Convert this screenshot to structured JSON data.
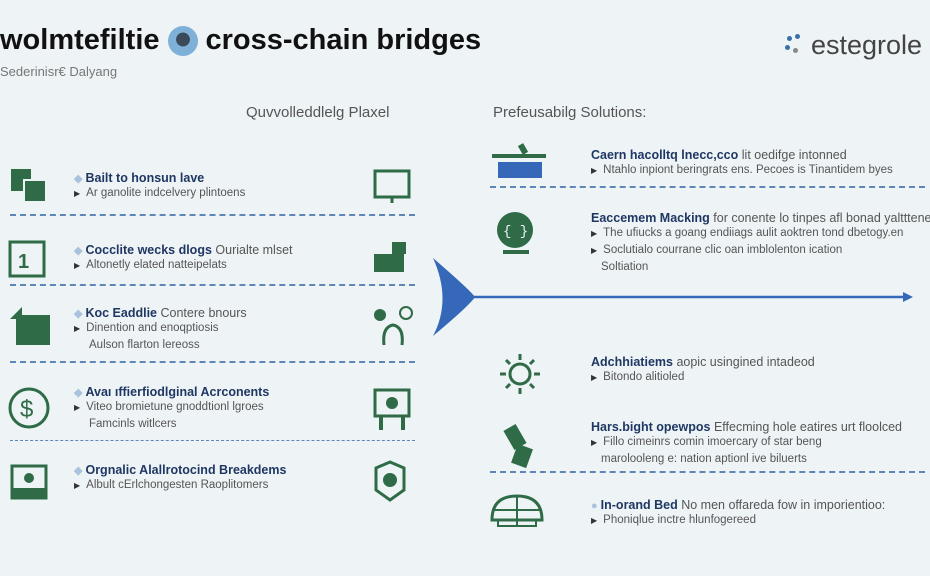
{
  "header": {
    "title_left": "wolmtefiltie",
    "title_right": "cross-chain bridges",
    "subtitle": "Sederinisr€ Dalyang",
    "logo_text": "estegrole"
  },
  "columns": {
    "left_heading": "Quvvolleddlelg Plaxel",
    "right_heading": "Prefeusabilg Solutions:"
  },
  "left_items": [
    {
      "title": "Bailt to honsun lave",
      "rest": "",
      "lines": [
        "Ar ganolite indcelvery plintoens"
      ]
    },
    {
      "title": "Cocclite wecks dlogs",
      "rest": "Ourialte mlset",
      "lines": [
        "Altonetly elated natteipelats"
      ]
    },
    {
      "title": "Koc Eaddlie",
      "rest": "Contere bnours",
      "lines": [
        "Dinention and enoqptiosis",
        "Aulson flarton lereoss"
      ]
    },
    {
      "title": "Avaı ıffierfiodlginal Acrconents",
      "rest": "",
      "lines": [
        "Viteo bromietune gnoddtionl lgroes",
        "Famcinls witlcers"
      ]
    },
    {
      "title": "Orgnalic Alallrotocind Breakdems",
      "rest": "",
      "lines": [
        "Albult cErlchongesten Raoplitomers"
      ]
    }
  ],
  "right_items": [
    {
      "title": "Caern hacolltq lnecc,cco",
      "rest": "lit oedifge intonned",
      "lines": [
        "Ntahlo inpiont beringrats ens. Pecoes is Tinantidem byes"
      ]
    },
    {
      "title": "Eaccemem Macking",
      "rest": "for conente lo tinpes afl bonad yaltttenes",
      "lines": [
        "The ufiucks a goang endiiags aulit aoktren tond dbetogy.en",
        "Soclutialo courrane clic oan imblolenton ication",
        "Soltiation"
      ]
    },
    {
      "title": "Adchhiatiems",
      "rest": "aopic usingined intadeod",
      "lines": [
        "Bitondo alitioled"
      ]
    },
    {
      "title": "Hars.bight opewpos",
      "rest": "Effecming hole eatires urt floolced",
      "lines": [
        "Fillo cimeinrs comin imoercary of star beng",
        "marolooleng e: nation aptionl ive biluerts"
      ]
    },
    {
      "title": "In-orand Bed",
      "rest": "No men offareda fow in imporientioo:",
      "lines": [
        "Phoniqlue inctre hlunfogereed"
      ]
    }
  ],
  "colors": {
    "accent_blue": "#3568b8",
    "icon_green": "#2e6b46",
    "title_navy": "#1f3763"
  }
}
